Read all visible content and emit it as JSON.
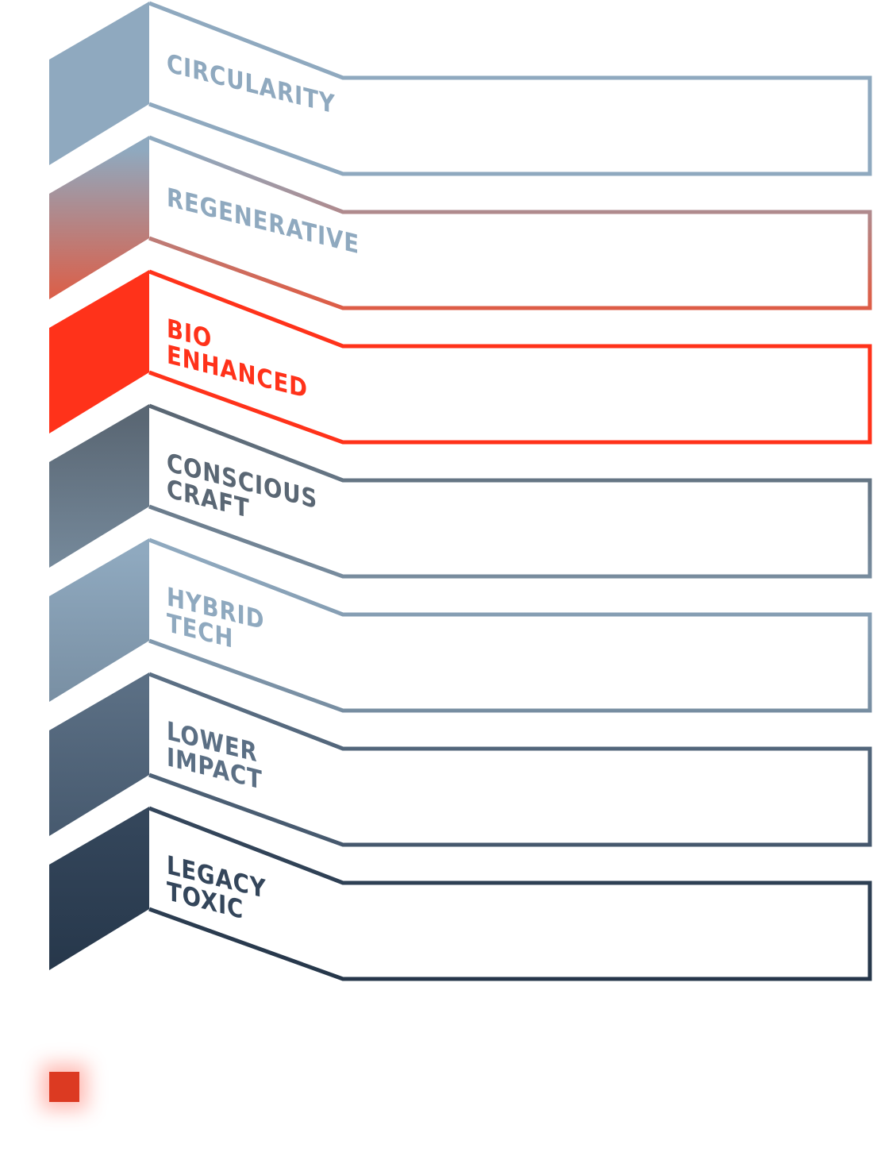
{
  "diagram": {
    "tiers": [
      {
        "id": "circularity",
        "lines": [
          "CIRCULARITY"
        ],
        "color": "#8fa9bf",
        "gradient": null
      },
      {
        "id": "regenerative",
        "lines": [
          "REGENERATIVE"
        ],
        "color": "#9aa7b6",
        "gradient": [
          "#8fa9bf",
          "#d9614c",
          "#ff3a1e"
        ]
      },
      {
        "id": "bio-enhanced",
        "lines": [
          "BIO",
          "ENHANCED"
        ],
        "color": "#ff321a",
        "gradient": null
      },
      {
        "id": "conscious-craft",
        "lines": [
          "CONSCIOUS",
          "CRAFT"
        ],
        "color": "#6d7d8d",
        "gradient": [
          "#5a6774",
          "#8fa9bf"
        ]
      },
      {
        "id": "hybrid-tech",
        "lines": [
          "HYBRID",
          "TECH"
        ],
        "color": "#86a0b6",
        "gradient": [
          "#8fa9bf",
          "#647789"
        ]
      },
      {
        "id": "lower-impact",
        "lines": [
          "LOWER",
          "IMPACT"
        ],
        "color": "#4f6378",
        "gradient": [
          "#5b6f84",
          "#34465b"
        ]
      },
      {
        "id": "legacy-toxic",
        "lines": [
          "LEGACY",
          "TOXIC"
        ],
        "color": "#2a3b50",
        "gradient": [
          "#34465b",
          "#1a2a3c"
        ]
      }
    ]
  },
  "legend": {
    "color": "#dc3a22",
    "text": ""
  }
}
